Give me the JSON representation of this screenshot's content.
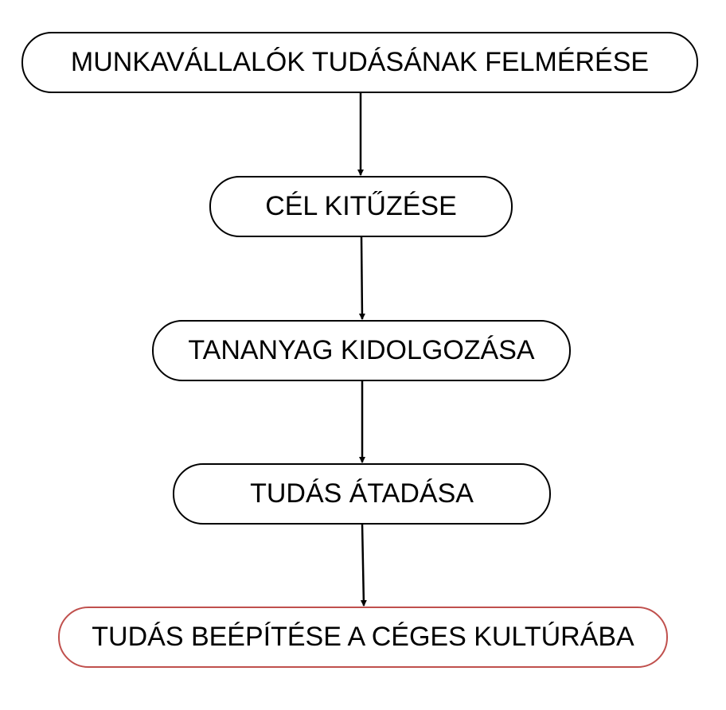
{
  "steps": [
    {
      "label": "MUNKAVÁLLALÓK TUDÁSÁNAK FELMÉRÉSE"
    },
    {
      "label": "CÉL KITŰZÉSE"
    },
    {
      "label": "TANANYAG KIDOLGOZÁSA"
    },
    {
      "label": "TUDÁS ÁTADÁSA"
    },
    {
      "label": "TUDÁS BEÉPÍTÉSE A CÉGES KULTÚRÁBA"
    }
  ],
  "colors": {
    "border": "#000000",
    "final_border": "#c0504d"
  }
}
